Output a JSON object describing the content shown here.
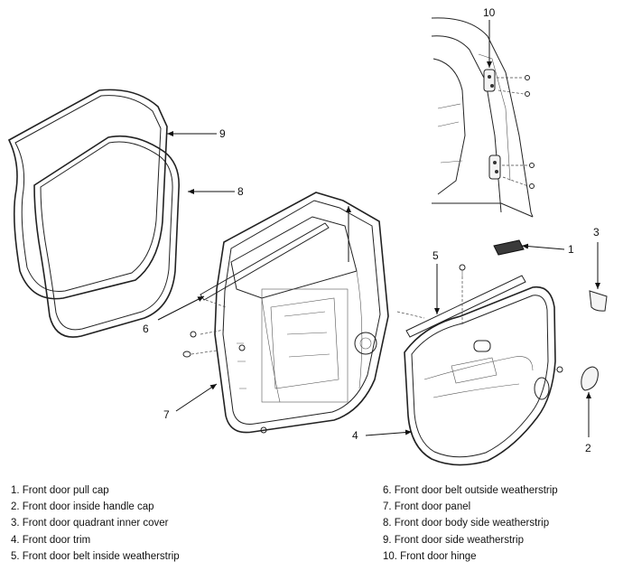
{
  "callouts": [
    "1",
    "2",
    "3",
    "4",
    "5",
    "6",
    "7",
    "8",
    "9",
    "10"
  ],
  "legend_left": [
    "1. Front door pull cap",
    "2. Front door inside handle cap",
    "3. Front door quadrant inner cover",
    "4. Front door trim",
    "5. Front door belt inside weatherstrip"
  ],
  "legend_right": [
    "6. Front door belt outside weatherstrip",
    "7. Front door panel",
    "8. Front door body side weatherstrip",
    "9. Front door side weatherstrip",
    "10. Front door hinge"
  ]
}
